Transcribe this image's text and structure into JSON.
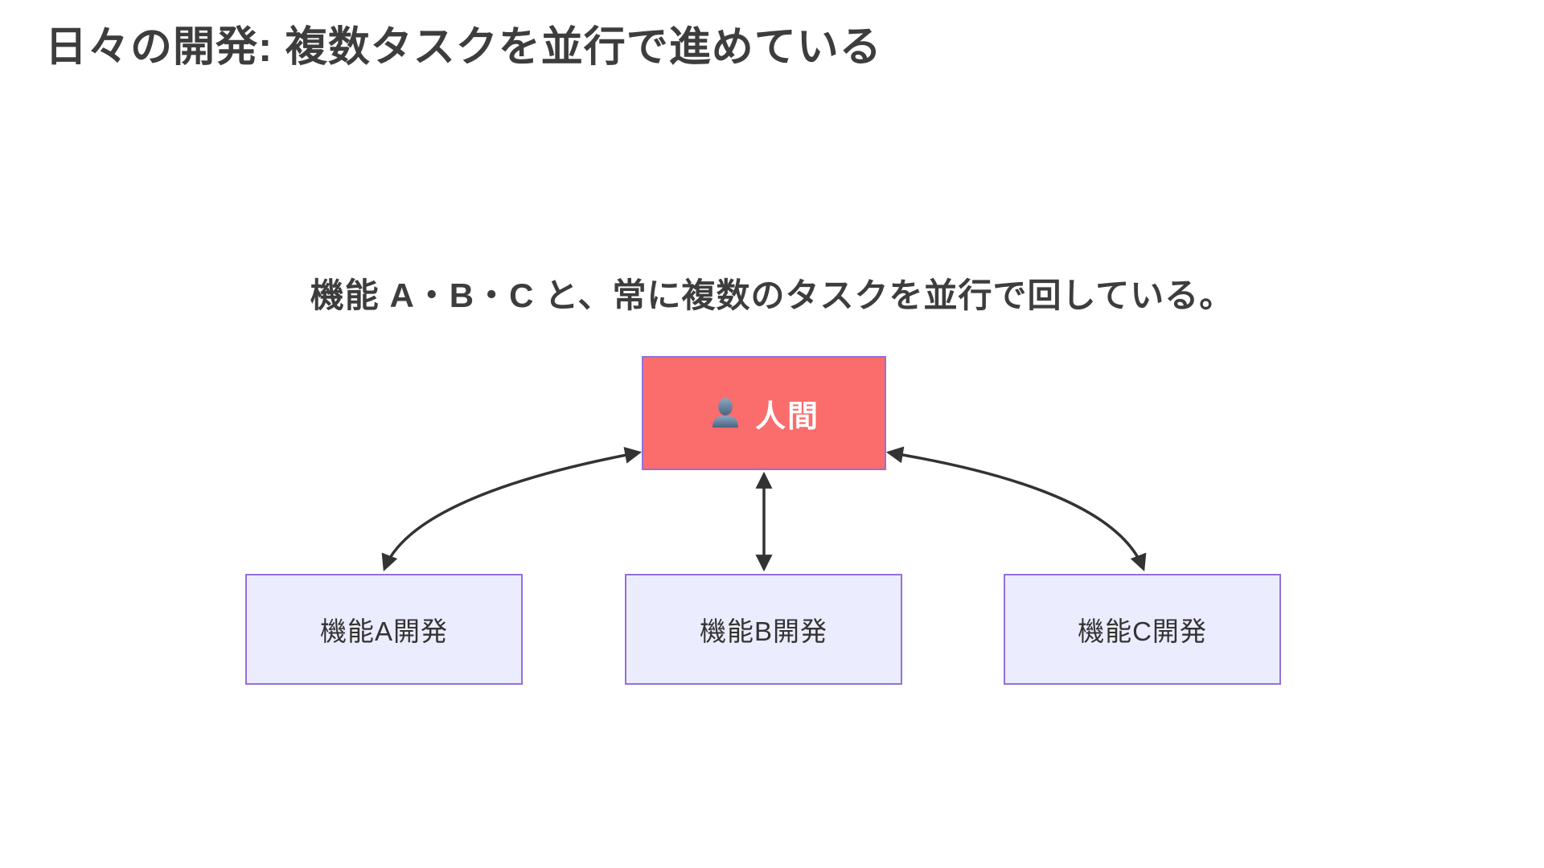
{
  "slide": {
    "title": "日々の開発: 複数タスクを並行で進めている",
    "subtitle": "機能 A・B・C と、常に複数のタスクを並行で回している。"
  },
  "diagram": {
    "human_node": {
      "label": "人間",
      "icon": "person-bust-icon"
    },
    "task_nodes": [
      {
        "id": "feature-a",
        "label": "機能A開発"
      },
      {
        "id": "feature-b",
        "label": "機能B開発"
      },
      {
        "id": "feature-c",
        "label": "機能C開発"
      }
    ],
    "edges": [
      {
        "from": "人間",
        "to": "機能A開発",
        "type": "bidirectional",
        "shape": "curved"
      },
      {
        "from": "人間",
        "to": "機能B開発",
        "type": "bidirectional",
        "shape": "straight"
      },
      {
        "from": "人間",
        "to": "機能C開発",
        "type": "bidirectional",
        "shape": "curved"
      }
    ]
  },
  "colors": {
    "background": "#FFFFFF",
    "title_text": "#3D3D3D",
    "human_fill": "#FB6C6C",
    "human_text": "#FFFFFF",
    "node_fill": "#ECECFF",
    "node_border": "#9370DB",
    "node_text": "#333333",
    "arrow": "#333333",
    "icon_gradient_top": "#8CA6C3",
    "icon_gradient_bottom": "#4A647F"
  }
}
